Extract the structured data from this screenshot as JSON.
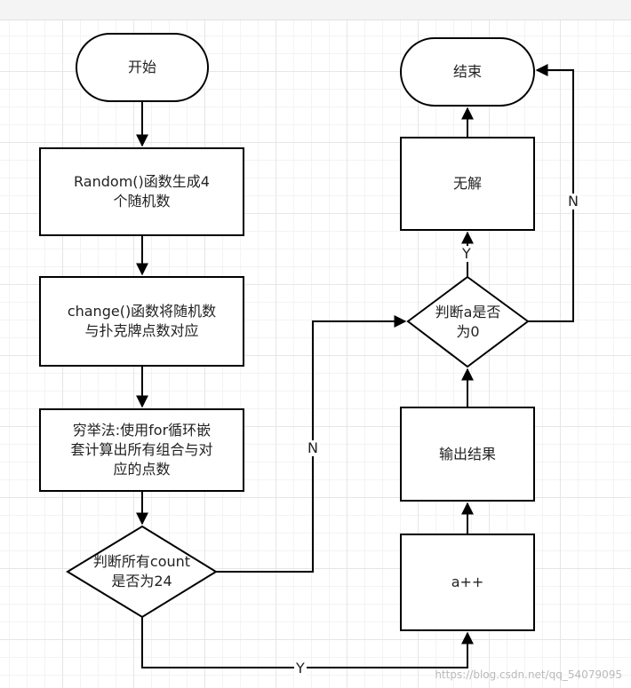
{
  "nodes": {
    "start": "开始",
    "random": "Random()函数生成4\n个随机数",
    "change": "change()函数将随机数\n与扑克牌点数对应",
    "enumerate": "穷举法:使用for循环嵌\n套计算出所有组合与对\n应的点数",
    "check_count": "判断所有count\n是否为24",
    "a_increment": "a++",
    "output": "输出结果",
    "check_a": "判断a是否\n为0",
    "no_solution": "无解",
    "end": "结束"
  },
  "edges": {
    "count_yes": "Y",
    "count_no": "N",
    "a_yes": "Y",
    "a_no": "N"
  },
  "watermark": "https://blog.csdn.net/qq_54079095",
  "colors": {
    "line": "#000000",
    "grid": "#e6e6e6",
    "text": "#222222"
  }
}
